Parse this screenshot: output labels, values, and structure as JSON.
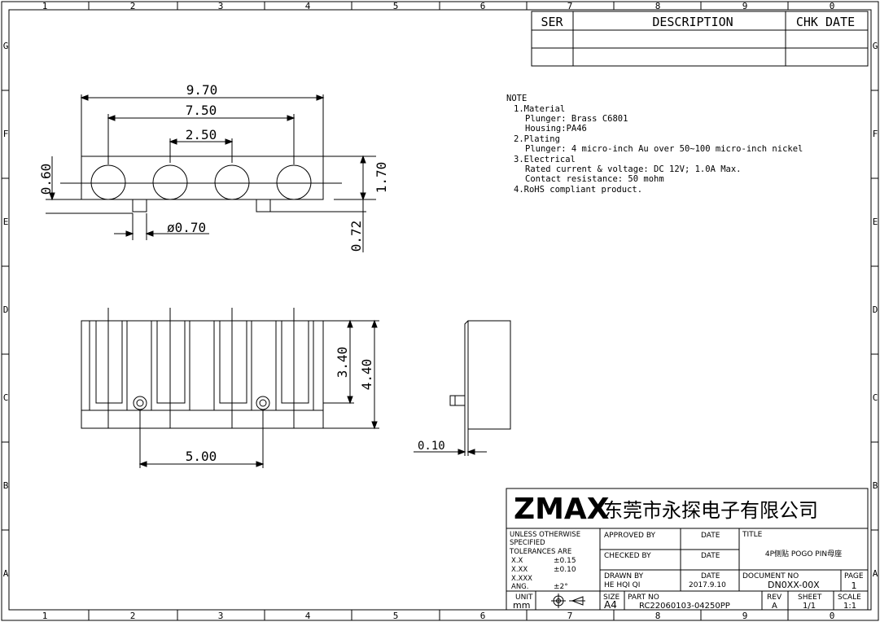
{
  "grid": {
    "top_cols": [
      "1",
      "2",
      "3",
      "4",
      "5",
      "6",
      "7",
      "8",
      "9",
      "0"
    ],
    "bottom_cols": [
      "1",
      "2",
      "3",
      "4",
      "5",
      "6",
      "7",
      "8",
      "9",
      "0"
    ],
    "left_rows": [
      "G",
      "F",
      "E",
      "D",
      "C",
      "B",
      "A"
    ],
    "right_rows": [
      "G",
      "F",
      "E",
      "D",
      "C",
      "B",
      "A"
    ]
  },
  "revision_table": {
    "ser": "SER",
    "description": "DESCRIPTION",
    "chk_date": "CHK DATE"
  },
  "notes": {
    "header": "NOTE",
    "lines": [
      "1.Material",
      "Plunger: Brass C6801",
      "Housing:PA46",
      "2.Plating",
      "Plunger: 4 micro-inch  Au over 50~100 micro-inch nickel",
      "3.Electrical",
      "Rated current & voltage: DC 12V; 1.0A Max.",
      "Contact resistance: 50 mohm",
      "4.RoHS compliant product."
    ]
  },
  "dimensions": {
    "d_970": "9.70",
    "d_750": "7.50",
    "d_250": "2.50",
    "d_060": "0.60",
    "d_170": "1.70",
    "d_070": "ø0.70",
    "d_072": "0.72",
    "d_340": "3.40",
    "d_440": "4.40",
    "d_500": "5.00",
    "d_010": "0.10"
  },
  "title_block": {
    "logo": "ZMAX",
    "company": "东莞市永探电子有限公司",
    "tolerance_header": [
      "UNLESS OTHERWISE",
      "SPECIFIED",
      "TOLERANCES ARE"
    ],
    "tol_labels": [
      "X.X",
      "X.XX",
      "X.XXX",
      "ANG."
    ],
    "tol_values": [
      "±0.15",
      "±0.10",
      "",
      "±2°"
    ],
    "unit_label": "UNIT",
    "unit_value": "mm",
    "approved_by": "APPROVED BY",
    "checked_by": "CHECKED BY",
    "date_label": "DATE",
    "drawn_by": "DRAWN BY",
    "drawn_by_value": "HE HQI QI",
    "drawn_date": "2017.9.10",
    "title_label": "TITLE",
    "title_value": "4P侧贴 POGO PIN母座",
    "document_no_label": "DOCUMENT NO",
    "document_no_value": "DN0XX-00X",
    "page_label": "PAGE",
    "page_value": "1",
    "size_label": "SIZE",
    "size_value": "A4",
    "part_no_label": "PART NO",
    "part_no_value": "RC22060103-04250PP",
    "rev_label": "REV",
    "rev_value": "A",
    "sheet_label": "SHEET",
    "sheet_value": "1/1",
    "scale_label": "SCALE",
    "scale_value": "1:1"
  }
}
